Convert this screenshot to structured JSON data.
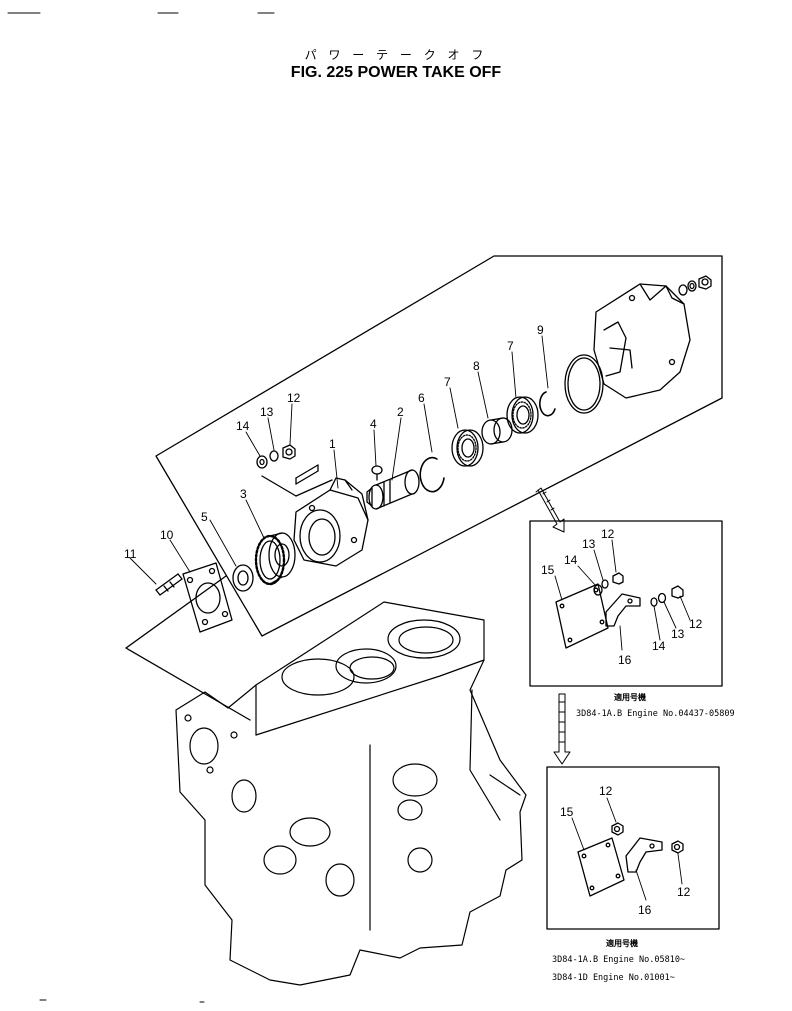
{
  "title": {
    "jp": "パ ワ ー テ ー ク オ フ",
    "en": "FIG. 225  POWER TAKE OFF"
  },
  "callouts": {
    "main": {
      "p1": "1",
      "p2": "2",
      "p3": "3",
      "p4": "4",
      "p5": "5",
      "p6": "6",
      "p7a": "7",
      "p7b": "7",
      "p8": "8",
      "p9": "9",
      "p10": "10",
      "p11": "11",
      "p12": "12",
      "p13": "13",
      "p14": "14"
    },
    "inset1": {
      "p12a": "12",
      "p13a": "13",
      "p14a": "14",
      "p15": "15",
      "p16": "16",
      "p14b": "14",
      "p13b": "13",
      "p12b": "12"
    },
    "inset2": {
      "p12a": "12",
      "p15": "15",
      "p16": "16",
      "p12b": "12"
    }
  },
  "captions": {
    "inset1": {
      "heading": "適用号機",
      "line1": "3D84-1A.B Engine No.04437-05809"
    },
    "inset2": {
      "heading": "適用号機",
      "line1": "3D84-1A.B  Engine No.05810~",
      "line2": "3D84-1D    Engine No.01001~"
    }
  }
}
